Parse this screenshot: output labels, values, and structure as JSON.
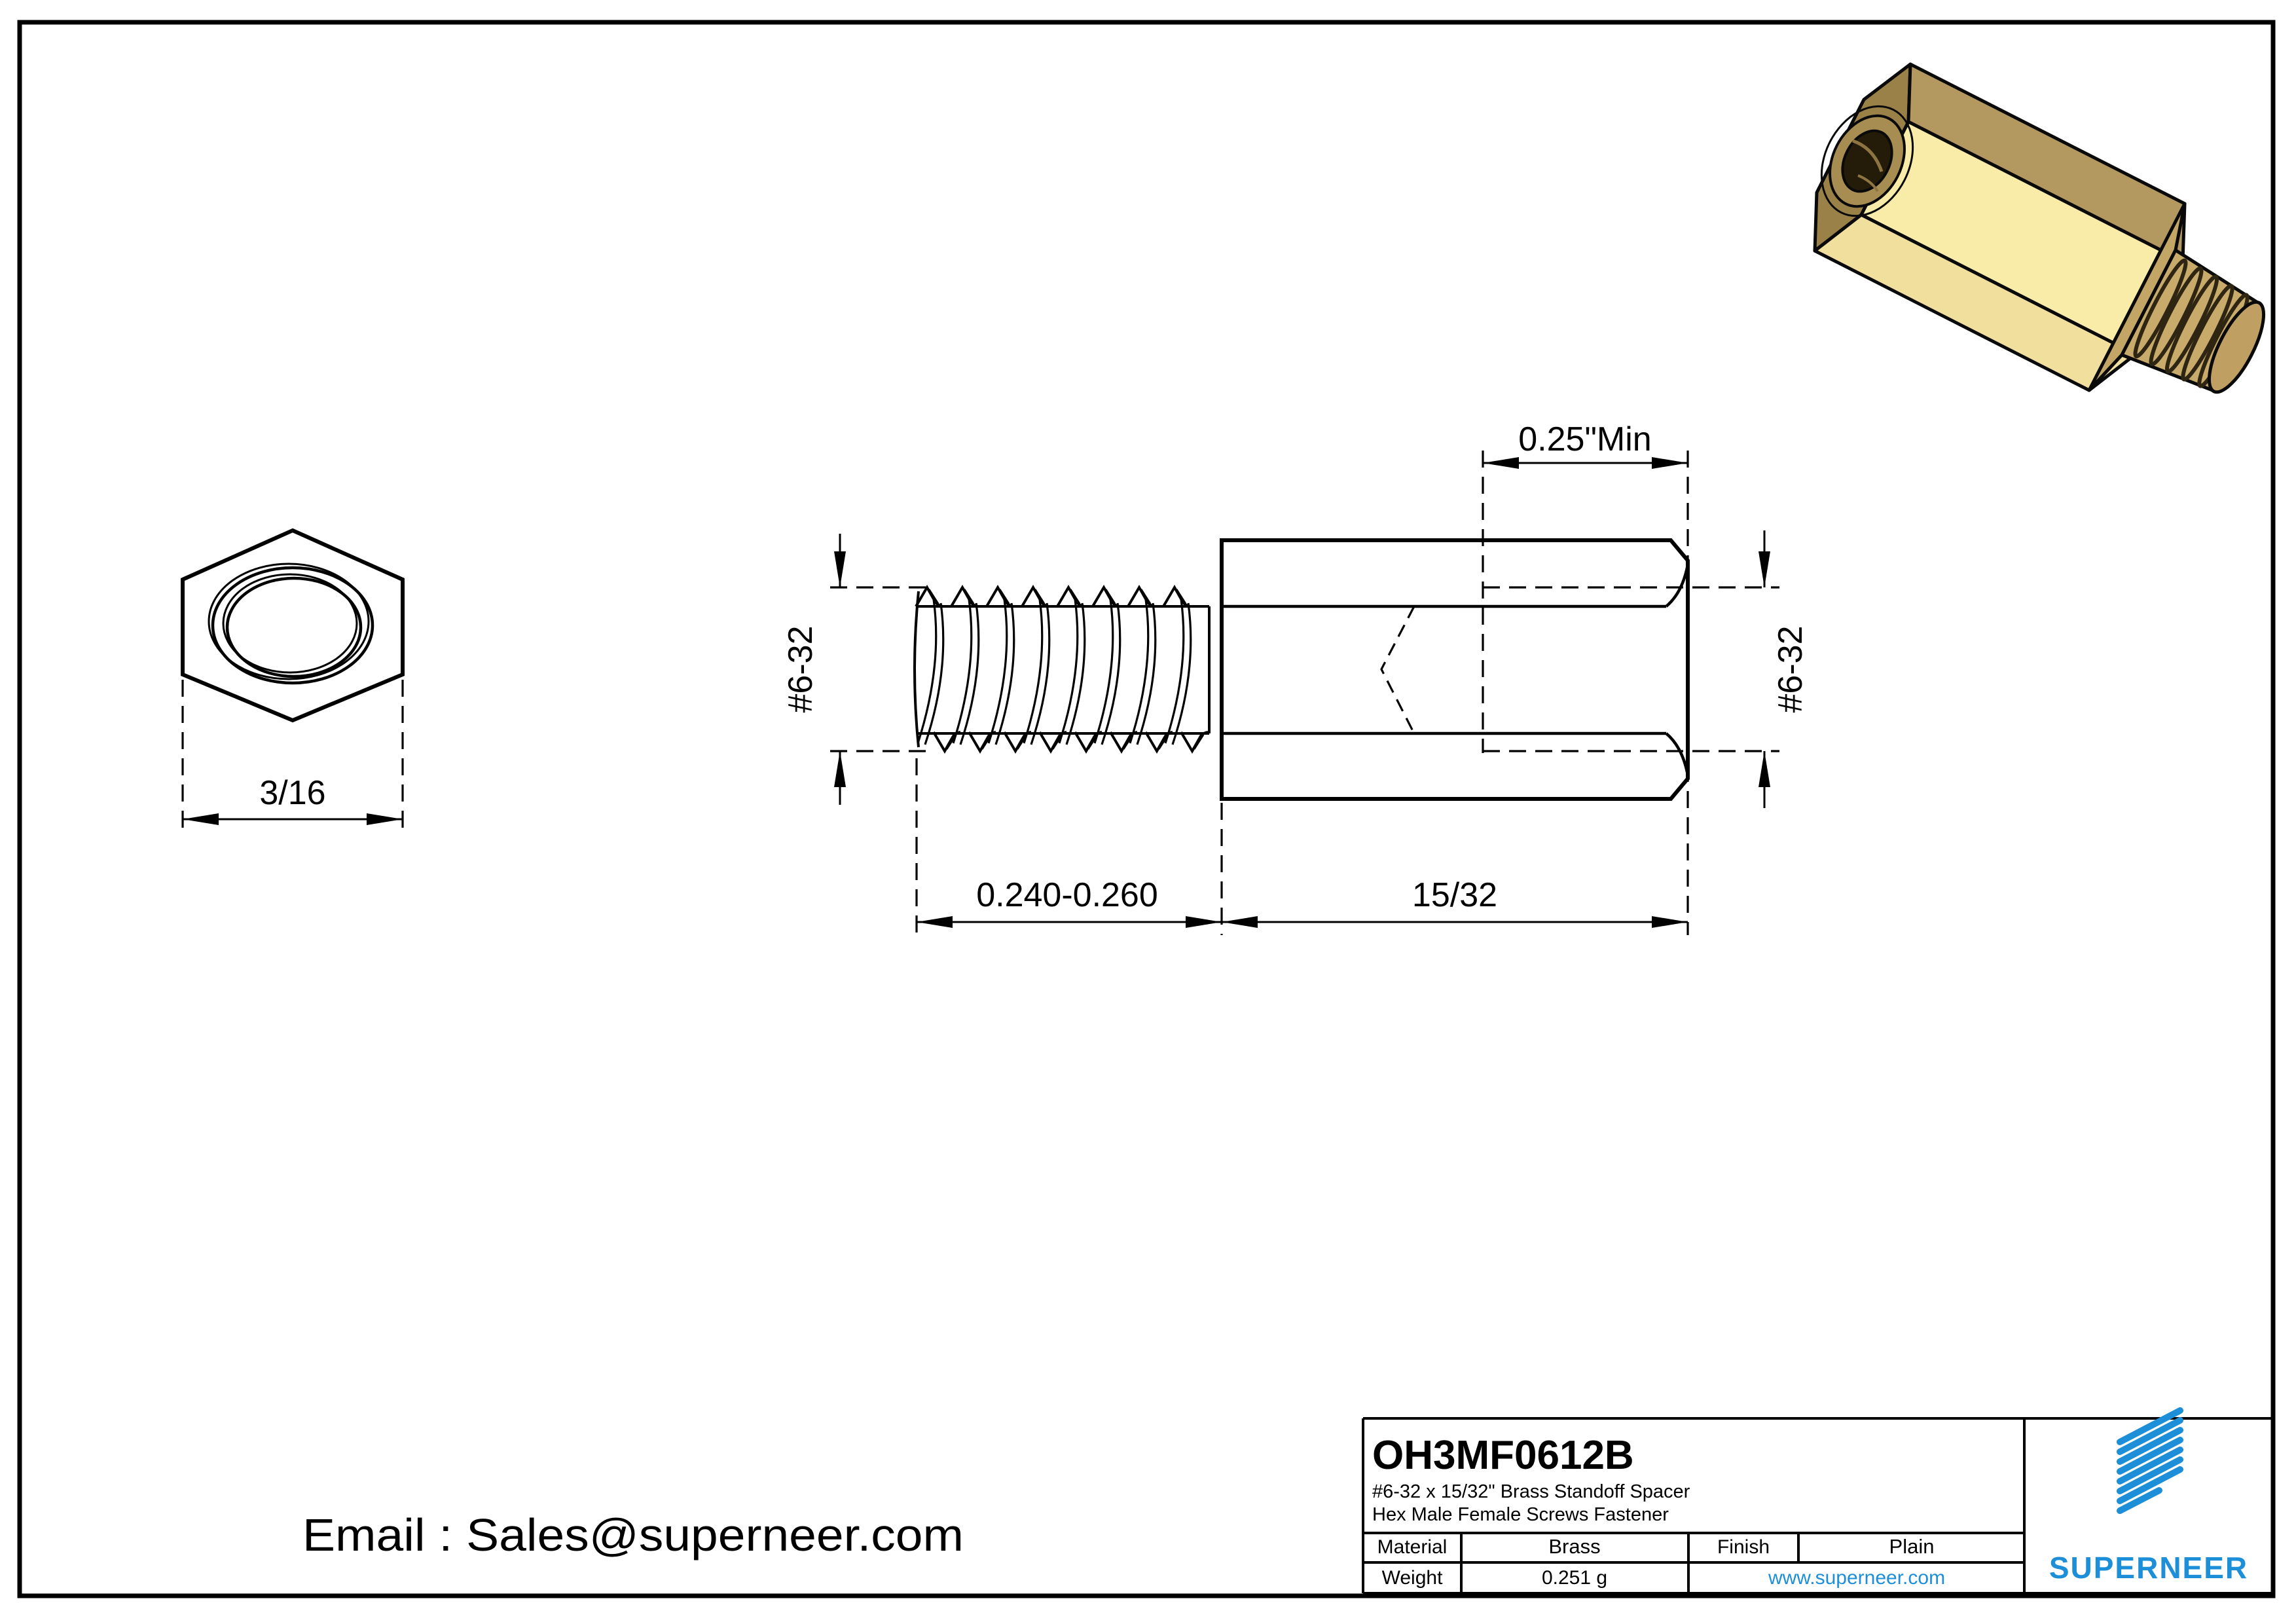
{
  "drawing": {
    "dims": {
      "hex_width": "3/16",
      "thread_length": "0.240-0.260",
      "body_length": "15/32",
      "female_depth": "0.25\"Min",
      "male_thread": "#6-32",
      "female_thread": "#6-32"
    }
  },
  "contact": {
    "email_text": "Email : Sales@superneer.com"
  },
  "title_block": {
    "part_number": "OH3MF0612B",
    "description_line1": "#6-32 x 15/32\" Brass Standoff Spacer",
    "description_line2": "Hex Male Female Screws Fastener",
    "material_label": "Material",
    "material_value": "Brass",
    "finish_label": "Finish",
    "finish_value": "Plain",
    "weight_label": "Weight",
    "weight_value": "0.251 g",
    "website": "www.superneer.com",
    "brand": "SUPERNEER",
    "brand_color": "#1d8ed8"
  },
  "render_colors": {
    "end_face": "#9a8148",
    "top_face": "#b39960",
    "front_face": "#f8eca8",
    "bottom_face": "#f1df9e",
    "stud": "#c8aa6a"
  }
}
